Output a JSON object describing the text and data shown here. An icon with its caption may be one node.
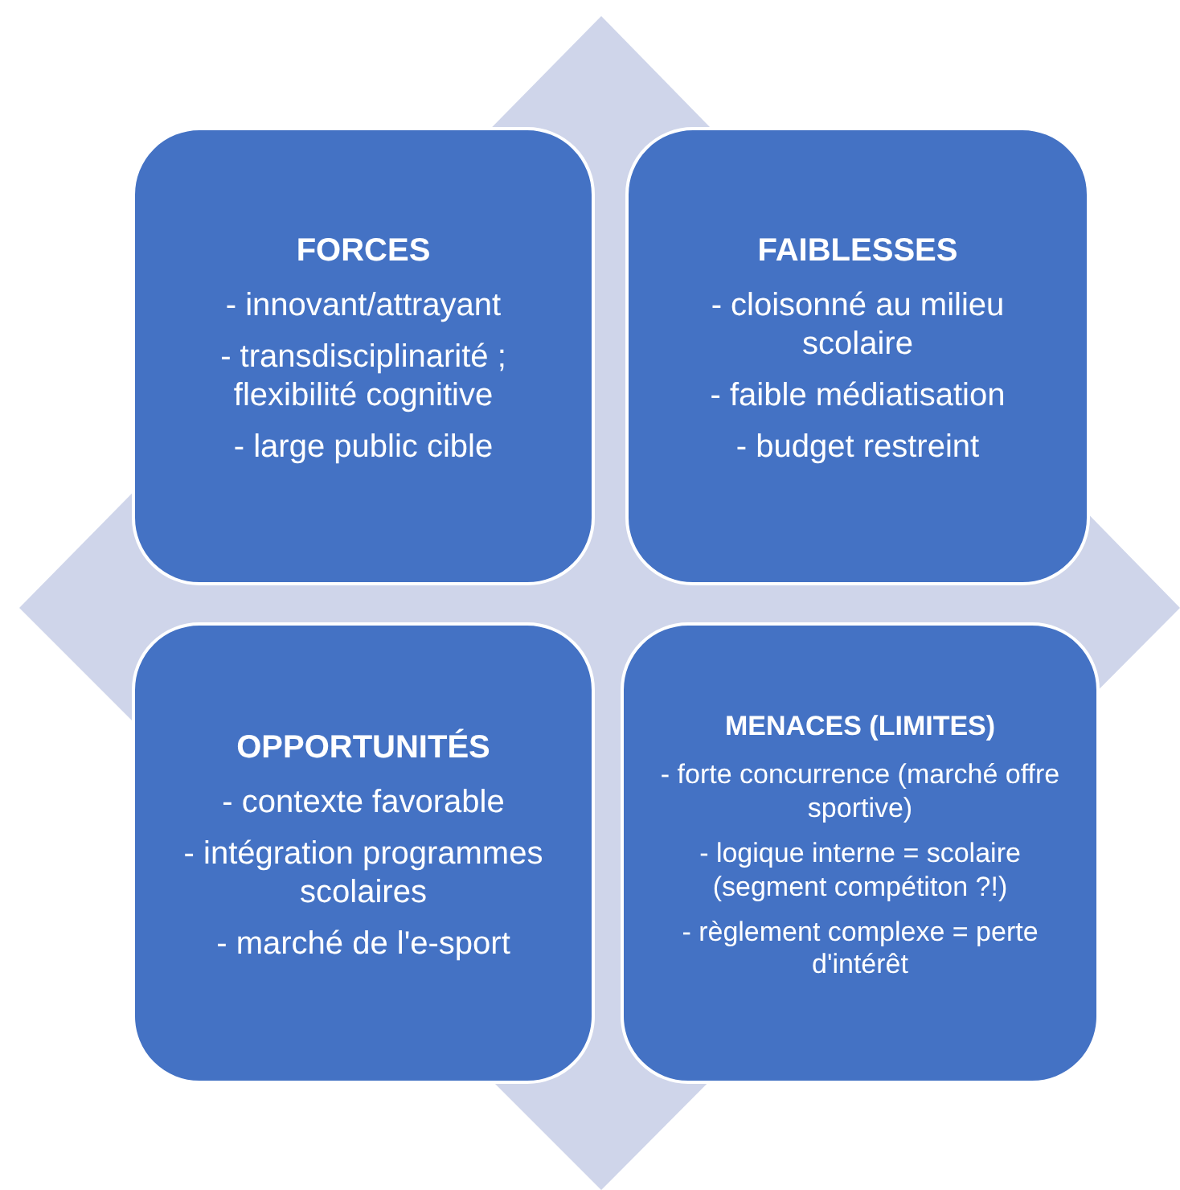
{
  "diagram": {
    "nodes": [
      {
        "text": [
          "FORCES",
          "- innovant/attrayant",
          "- transdisciplinarité ; flexibilité cognitive",
          "- large public cible"
        ]
      },
      {
        "text": [
          "FAIBLESSES",
          "- cloisonné au milieu scolaire",
          "- faible médiatisation",
          "- budget restreint"
        ]
      },
      {
        "text": [
          "OPPORTUNITÉS",
          "- contexte favorable",
          "- intégration programmes scolaires",
          "- marché de l'e-sport"
        ]
      },
      {
        "text": [
          "MENACES (LIMITES)",
          "- forte concurrence (marché offre sportive)",
          "- logique interne = scolaire (segment compétiton ?!)",
          "- règlement complexe = perte d'intérêt"
        ]
      }
    ]
  }
}
